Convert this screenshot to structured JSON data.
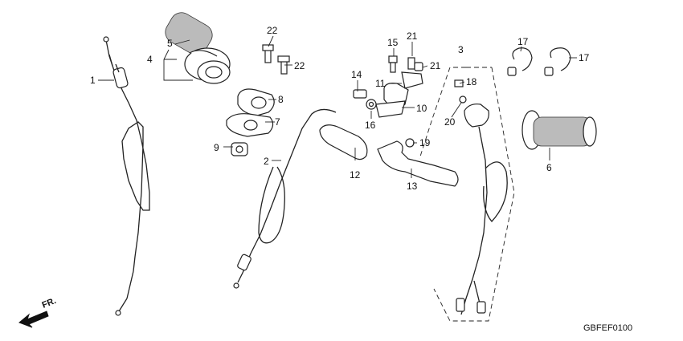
{
  "diagram_code": "GBFEF0100",
  "front_arrow_label": "FR.",
  "callouts": [
    {
      "id": "c1",
      "label": "1"
    },
    {
      "id": "c2",
      "label": "2"
    },
    {
      "id": "c3",
      "label": "3"
    },
    {
      "id": "c4",
      "label": "4"
    },
    {
      "id": "c5",
      "label": "5"
    },
    {
      "id": "c6",
      "label": "6"
    },
    {
      "id": "c7",
      "label": "7"
    },
    {
      "id": "c8",
      "label": "8"
    },
    {
      "id": "c9",
      "label": "9"
    },
    {
      "id": "c10",
      "label": "10"
    },
    {
      "id": "c11",
      "label": "11"
    },
    {
      "id": "c12",
      "label": "12"
    },
    {
      "id": "c13",
      "label": "13"
    },
    {
      "id": "c14",
      "label": "14"
    },
    {
      "id": "c15",
      "label": "15"
    },
    {
      "id": "c16",
      "label": "16"
    },
    {
      "id": "c17a",
      "label": "17"
    },
    {
      "id": "c17b",
      "label": "17"
    },
    {
      "id": "c18",
      "label": "18"
    },
    {
      "id": "c19",
      "label": "19"
    },
    {
      "id": "c20",
      "label": "20"
    },
    {
      "id": "c21a",
      "label": "21"
    },
    {
      "id": "c21b",
      "label": "21"
    },
    {
      "id": "c22a",
      "label": "22"
    },
    {
      "id": "c22b",
      "label": "22"
    }
  ]
}
